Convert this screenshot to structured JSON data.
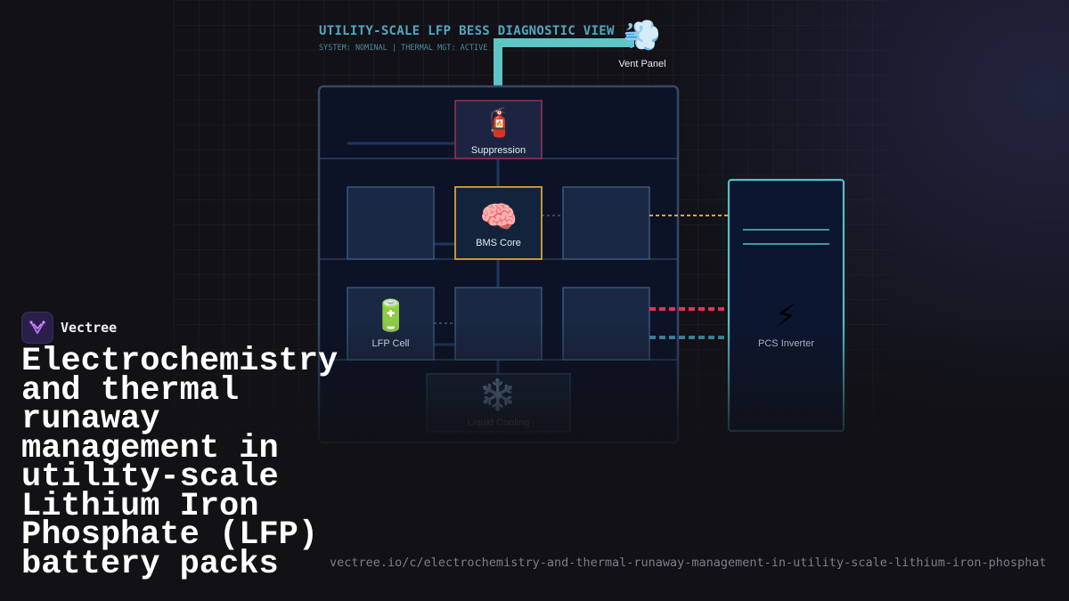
{
  "diagram": {
    "title": "UTILITY-SCALE LFP BESS DIAGNOSTIC VIEW",
    "subtitle": "SYSTEM: NOMINAL | THERMAL MGT: ACTIVE",
    "nodes": {
      "vent_panel": {
        "label": "Vent Panel",
        "icon": "wind-icon"
      },
      "suppression": {
        "label": "Suppression",
        "icon": "fire-extinguisher-icon"
      },
      "bms_core": {
        "label": "BMS Core",
        "icon": "brain-icon"
      },
      "lfp_cell": {
        "label": "LFP Cell",
        "icon": "battery-icon"
      },
      "liquid_cooling": {
        "label": "Liquid Cooling",
        "icon": "snowflake-icon"
      },
      "pcs_inverter": {
        "label": "PCS Inverter",
        "icon": "lightning-icon"
      }
    },
    "colors": {
      "duct": "#5ec4c4",
      "suppression_border": "#a0304e",
      "bms_border": "#d9a13a",
      "link_signal": "#e0a23a",
      "link_power": "#e0345a",
      "link_coolant": "#3f8ea6",
      "inverter_border": "#5bbdc4"
    }
  },
  "brand": {
    "name": "Vectree",
    "icon": "vectree-logo-icon"
  },
  "headline": "Electrochemistry and thermal runaway management in utility-scale Lithium Iron Phosphate (LFP) battery packs",
  "url": "vectree.io/c/electrochemistry-and-thermal-runaway-management-in-utility-scale-lithium-iron-phosphat"
}
